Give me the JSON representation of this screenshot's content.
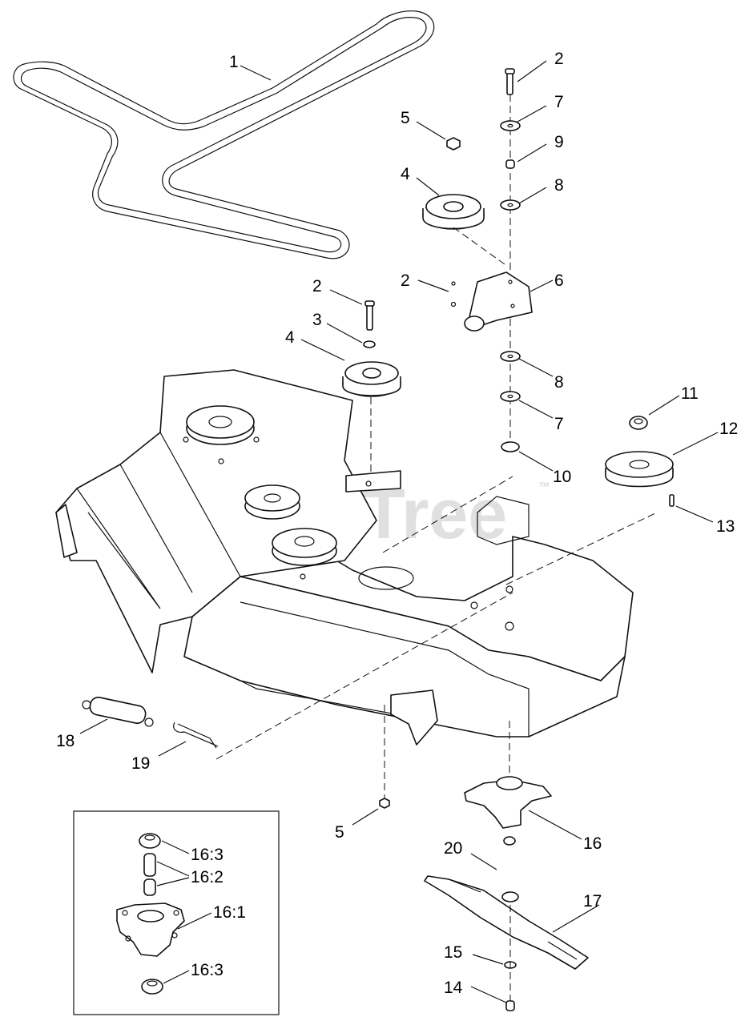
{
  "watermark": {
    "text": "PartsTree",
    "tm": "™"
  },
  "callouts": {
    "c1": "1",
    "c2a": "2",
    "c7a": "7",
    "c5a": "5",
    "c9": "9",
    "c4a": "4",
    "c8a": "8",
    "c2b": "2",
    "c6": "6",
    "c2c": "2",
    "c3": "3",
    "c4b": "4",
    "c8b": "8",
    "c11": "11",
    "c7b": "7",
    "c12": "12",
    "c10": "10",
    "c13": "13",
    "c18": "18",
    "c19": "19",
    "c5b": "5",
    "c16": "16",
    "c20": "20",
    "c17": "17",
    "c15": "15",
    "c14": "14"
  },
  "inset": {
    "l163a": "16:3",
    "l162": "16:2",
    "l161": "16:1",
    "l163b": "16:3"
  }
}
